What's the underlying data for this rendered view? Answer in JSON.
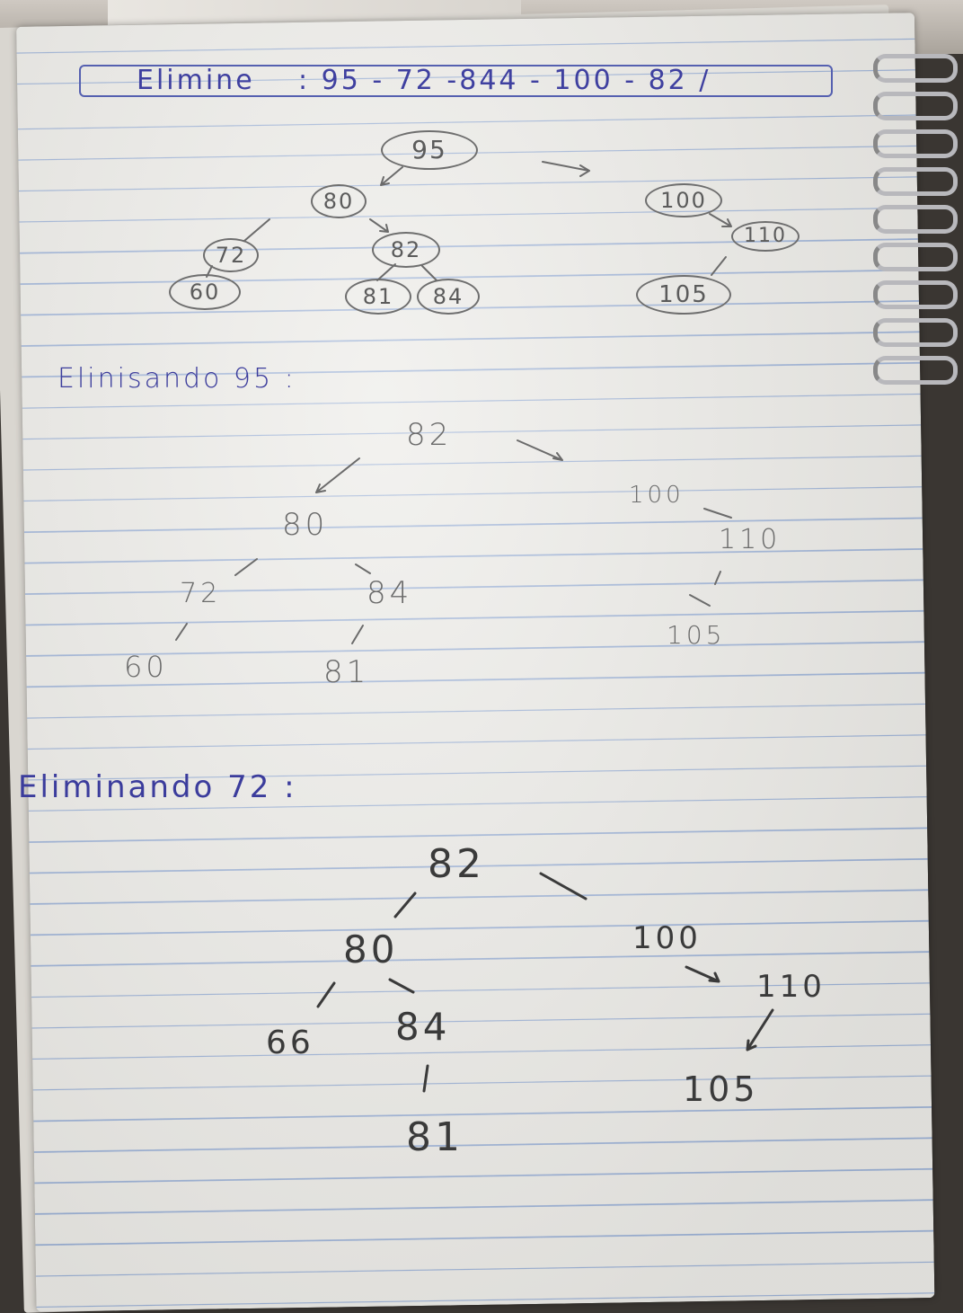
{
  "header": {
    "label": "Elimine",
    "sequence": ": 95 - 72 -844 - 100 - 82 /"
  },
  "tree_initial": {
    "nodes": [
      "95",
      "80",
      "72",
      "60",
      "82",
      "81",
      "84",
      "100",
      "110",
      "105"
    ]
  },
  "section_95": {
    "heading": "Elinisando 95 :",
    "nodes": [
      "82",
      "80",
      "72",
      "60",
      "84",
      "81",
      "100",
      "110",
      "105"
    ]
  },
  "section_72": {
    "heading": "Eliminando 72 :",
    "nodes": [
      "82",
      "80",
      "66",
      "84",
      "81",
      "100",
      "110",
      "105"
    ]
  },
  "colors": {
    "pen_blue": "#3f40a0",
    "pencil_grey": "#6b6b6b",
    "line_blue": "#5a82c8"
  },
  "icons": [
    "spiral-binding-icon",
    "arrow-icon"
  ]
}
